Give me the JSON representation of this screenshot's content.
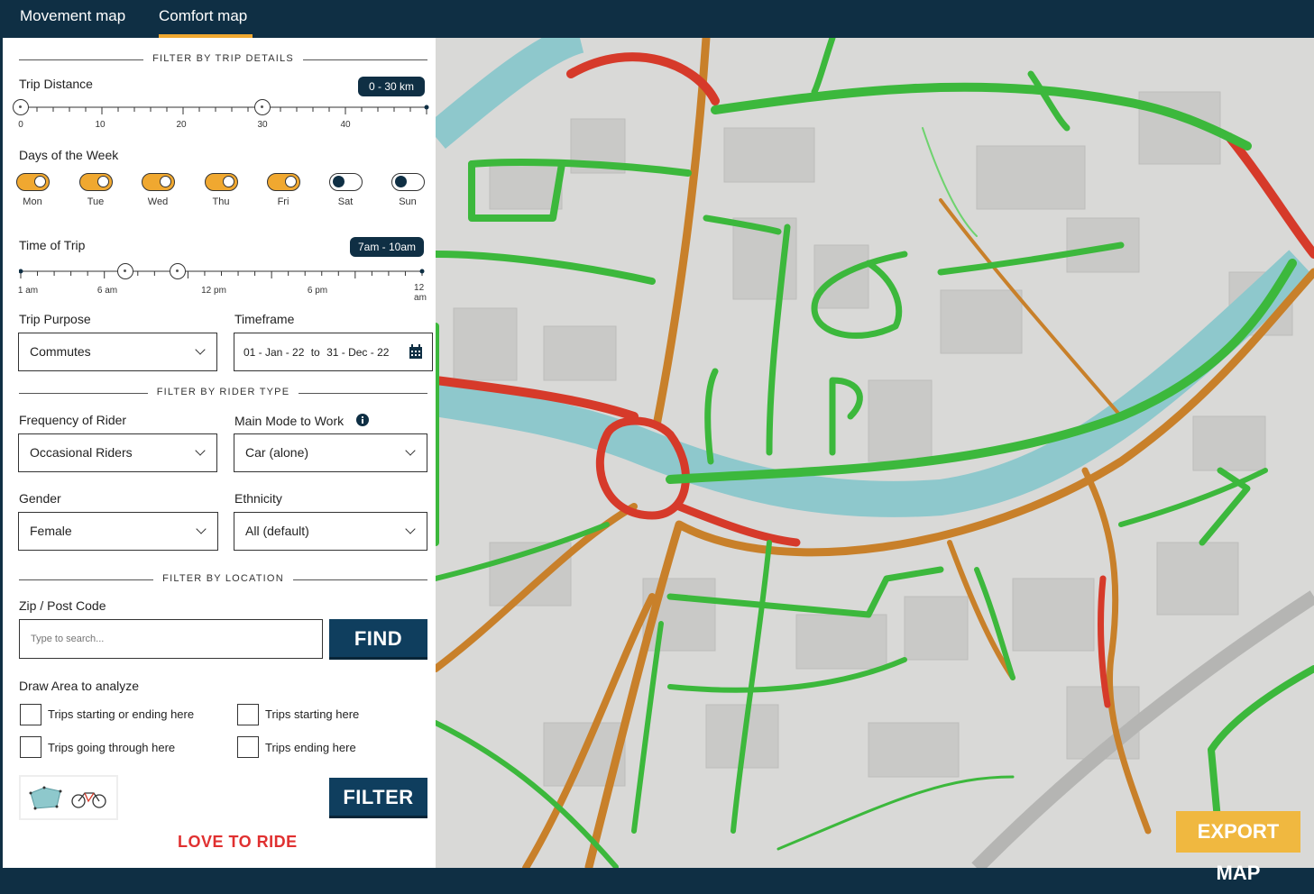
{
  "tabs": [
    {
      "label": "Movement map",
      "active": false
    },
    {
      "label": "Comfort map",
      "active": true
    }
  ],
  "sections": {
    "trip_details": "FILTER BY TRIP DETAILS",
    "rider_type": "FILTER BY RIDER TYPE",
    "location": "FILTER BY LOCATION"
  },
  "trip_distance": {
    "label": "Trip Distance",
    "badge": "0 - 30 km",
    "ticks": [
      "0",
      "10",
      "20",
      "30",
      "40"
    ],
    "range": [
      0,
      30
    ]
  },
  "days": {
    "label": "Days of the Week",
    "items": [
      {
        "label": "Mon",
        "on": true
      },
      {
        "label": "Tue",
        "on": true
      },
      {
        "label": "Wed",
        "on": true
      },
      {
        "label": "Thu",
        "on": true
      },
      {
        "label": "Fri",
        "on": true
      },
      {
        "label": "Sat",
        "on": false
      },
      {
        "label": "Sun",
        "on": false
      }
    ]
  },
  "time_of_trip": {
    "label": "Time of Trip",
    "badge": "7am - 10am",
    "ticks": [
      "1 am",
      "6 am",
      "12 pm",
      "6 pm",
      "12 am"
    ]
  },
  "trip_purpose": {
    "label": "Trip Purpose",
    "value": "Commutes"
  },
  "timeframe": {
    "label": "Timeframe",
    "from": "01 - Jan - 22",
    "to_word": "to",
    "to": "31 - Dec - 22"
  },
  "frequency": {
    "label": "Frequency of Rider",
    "value": "Occasional Riders"
  },
  "main_mode": {
    "label": "Main Mode to Work",
    "value": "Car (alone)"
  },
  "gender": {
    "label": "Gender",
    "value": "Female"
  },
  "ethnicity": {
    "label": "Ethnicity",
    "value": "All (default)"
  },
  "zip": {
    "label": "Zip / Post Code",
    "placeholder": "Type to search...",
    "button": "FIND"
  },
  "draw_area": {
    "label": "Draw Area to analyze",
    "options": [
      "Trips starting or ending here",
      "Trips starting here",
      "Trips going through here",
      "Trips ending here"
    ]
  },
  "filter_button": "FILTER",
  "export_button": "EXPORT MAP",
  "logo": "LOVE TO RIDE",
  "colors": {
    "navy": "#0f2f44",
    "accent": "#f0a830",
    "comfort_high": "#3cb83c",
    "comfort_mid": "#c8802a",
    "comfort_low": "#d63a2a",
    "river": "#8ec8cc"
  }
}
